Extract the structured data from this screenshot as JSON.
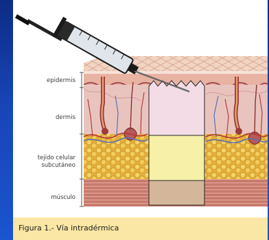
{
  "labels": {
    "epidermis": "epidermis",
    "dermis": "dermis",
    "tejido_line1": "tejido celular",
    "tejido_line2": "subcutáneo",
    "musculo": "músculo"
  },
  "caption": "Figura 1.- Vía intradérmica",
  "colors": {
    "background": "#1a4fc4",
    "caption_bar": "#fbe7a5",
    "epidermis_band": "#e8b9a6",
    "dermis_column": "#f3dce6",
    "subcutaneous_column": "#f6f0a8",
    "muscle_column": "#d4b69a",
    "muscle_tissue": "#c97b6d",
    "fat_tissue": "#f2c64a",
    "vessel_red": "#b43b3b",
    "vessel_blue": "#5a6fb0"
  },
  "icons": [
    "syringe-icon",
    "needle-icon"
  ]
}
